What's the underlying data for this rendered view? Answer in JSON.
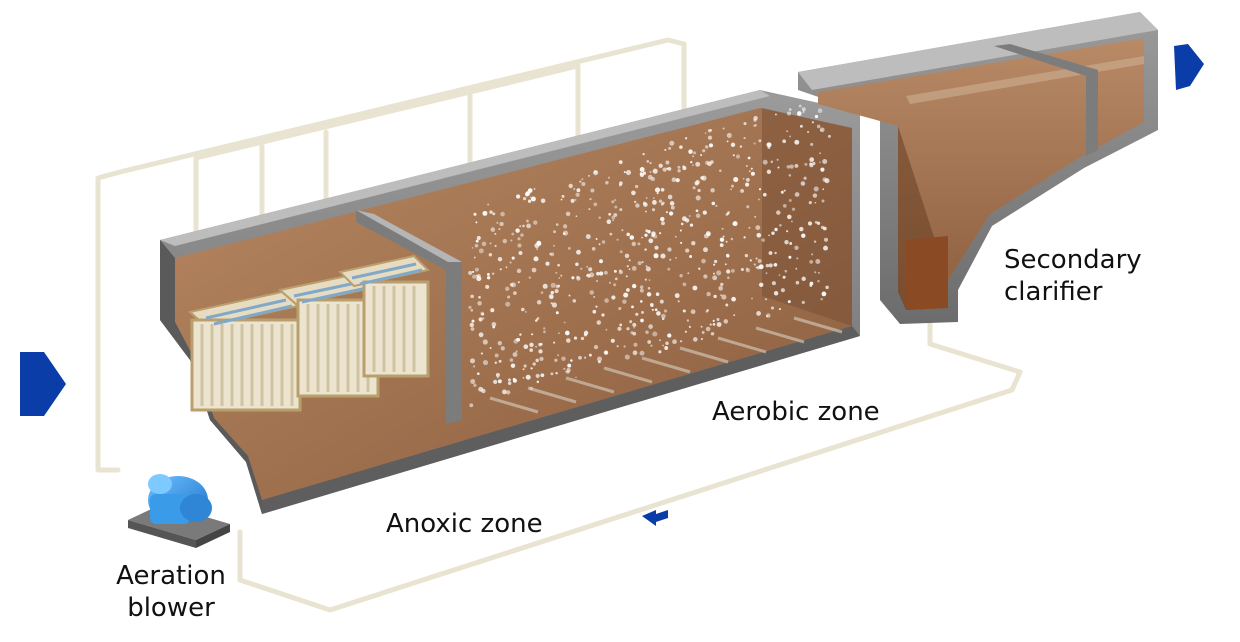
{
  "labels": {
    "aerobic_zone": "Aerobic zone",
    "anoxic_zone": "Anoxic zone",
    "secondary_clarifier": [
      "Secondary",
      "clarifier"
    ],
    "aeration_blower": [
      "Aeration",
      "blower"
    ]
  },
  "colors": {
    "wall": "#8f8f8f",
    "wall_dark": "#6a6a6a",
    "wall_top": "#b9b9b9",
    "sludge": "#9c6e4d",
    "sludge_dark": "#7e5337",
    "pipe": "#efe9d9",
    "flow_arrow": "#0b3da8",
    "blower": "#2f8fe0",
    "membrane_frame": "#d8c49a",
    "membrane_panel": "#ebe3cf",
    "bubbles": "#ffffff"
  },
  "icons": [
    "inflow-arrow-icon",
    "outflow-arrow-icon",
    "return-flow-arrow-icon",
    "aeration-blower-icon",
    "membrane-module-icon"
  ]
}
